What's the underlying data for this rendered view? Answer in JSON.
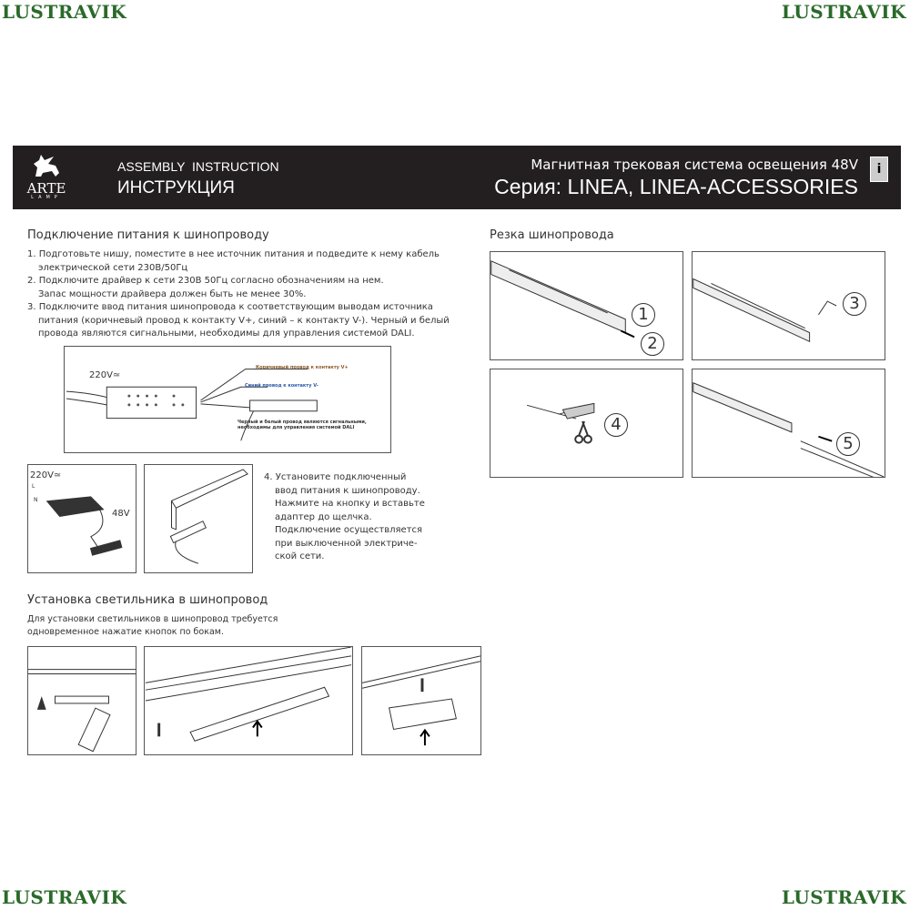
{
  "watermark": "LUSTRAVIK",
  "header": {
    "brand": "ARTE",
    "brand_sub": "LAMP",
    "en_title": "ASSEMBLY  INSTRUCTION",
    "ru_title": "ИНСТРУКЦИЯ",
    "subtitle": "Магнитная трековая система освещения 48V",
    "series": "Серия: LINEA, LINEA-ACCESSORIES",
    "info_icon": "i"
  },
  "power": {
    "title": "Подключение питания к шинопроводу",
    "steps": [
      "1. Подготовьте нишу, поместите в нее источник питания и подведите к нему кабель",
      "электрической сети 230В/50Гц",
      "2. Подключите драйвер к сети 230В 50Гц согласно обозначениям на нем.",
      "Запас мощности драйвера должен быть не менее 30%.",
      "3. Подключите ввод питания шинопровода к соответствующим выводам источника",
      "питания (коричневый провод к контакту V+, синий – к контакту V-). Черный и белый",
      "провода являются сигнальными, необходимы для управления системой DALI."
    ],
    "diagram": {
      "voltage": "220V≃",
      "brown": "Коричневый провод к контакту V+",
      "blue": "Синий провод к контакту V-",
      "note1": "Черный и белый провод являются сигнальными,",
      "note2": "необходимы для управления системой DALI"
    },
    "small": {
      "voltage": "220V≃",
      "out": "48V",
      "l": "L",
      "n": "N"
    },
    "step4": [
      "4. Установите подключенный",
      "ввод питания к шинопроводу.",
      "Нажмите на кнопку и вставьте",
      "адаптер до щелчка.",
      "Подключение осуществляется",
      "при выключенной электриче-",
      "ской сети."
    ]
  },
  "mount": {
    "title": "Установка светильника в шинопровод",
    "text": [
      "Для установки светильников в шинопровод требуется",
      "одновременное нажатие кнопок по бокам."
    ]
  },
  "cut": {
    "title": "Резка шинопровода",
    "labels": [
      "1",
      "2",
      "3",
      "4",
      "5"
    ]
  },
  "colors": {
    "header_bg": "#231f20",
    "brown": "#8b5a2b",
    "blue": "#2a5aa8",
    "watermark": "#2a6a2a"
  }
}
